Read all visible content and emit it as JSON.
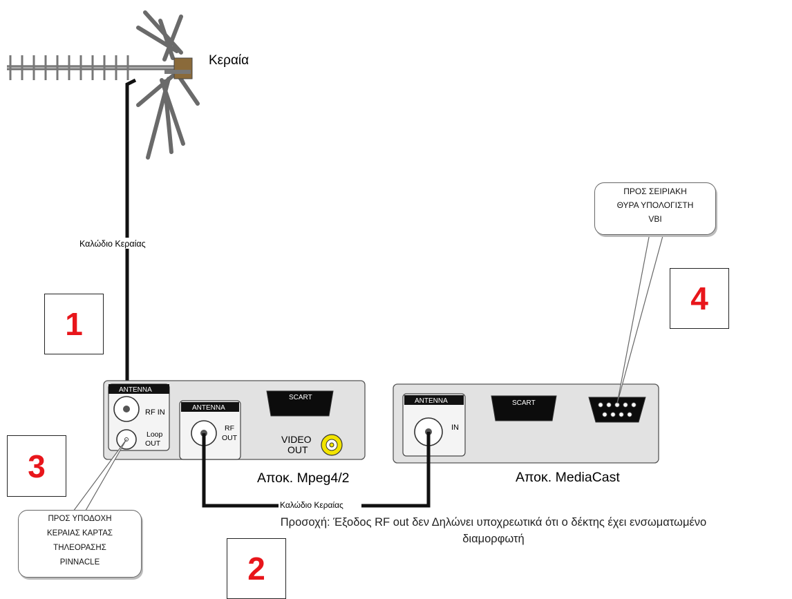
{
  "antenna": {
    "label": "Κεραία"
  },
  "cables": {
    "top_label": "Καλώδιο Κεραίας",
    "bottom_label": "Καλώδιο Κεραίας"
  },
  "decoder_mpeg": {
    "name": "Αποκ. Mpeg4/2",
    "antenna_header": "ANTENNA",
    "rf_in": "RF IN",
    "loop_out_line1": "Loop",
    "loop_out_line2": "OUT",
    "rf_out_header": "ANTENNA",
    "rf_out_line1": "RF",
    "rf_out_line2": "OUT",
    "scart": "SCART",
    "video_out_line1": "VIDEO",
    "video_out_line2": "OUT"
  },
  "decoder_mediacast": {
    "name": "Αποκ. MediaCast",
    "antenna_header": "ANTENNA",
    "in_label": "IN",
    "scart": "SCART"
  },
  "callouts": {
    "serial_line1": "ΠΡΟΣ ΣΕΙΡΙΑΚΗ",
    "serial_line2": "ΘΥΡΑ ΥΠΟΛΟΓΙΣΤΗ",
    "serial_line3": "VBI",
    "tvcard_line1": "ΠΡΟΣ ΥΠΟΔΟΧΗ",
    "tvcard_line2": "ΚΕΡΑΙΑΣ ΚΑΡΤΑΣ",
    "tvcard_line3": "ΤΗΛΕΟΡΑΣΗΣ",
    "tvcard_line4": "PINNACLE"
  },
  "steps": {
    "one": "1",
    "two": "2",
    "three": "3",
    "four": "4"
  },
  "note": {
    "line1": "Προσοχή: Έξοδος RF out δεν Δηλώνει υποχρεωτικά ότι ο δέκτης έχει ενσωματωμένο",
    "line2": "διαμορφωτή"
  },
  "colors": {
    "step_number": "#e8161b",
    "panel": "#e2e2e2",
    "rca_yellow": "#f2e400"
  }
}
